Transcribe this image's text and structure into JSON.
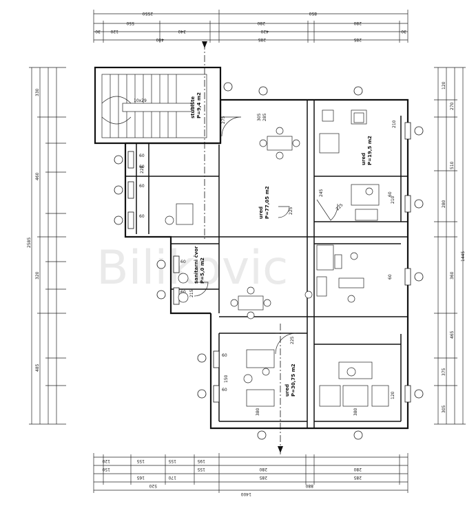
{
  "watermark": "Bilikovic",
  "rooms": [
    {
      "id": "stair",
      "name": "stubište",
      "area": "P=9,4 m2"
    },
    {
      "id": "office-big",
      "name": "ured",
      "area": "P=77,05 m2"
    },
    {
      "id": "office-right",
      "name": "ured",
      "area": "P=19,5 m2"
    },
    {
      "id": "sanitary",
      "name": "sanitarni čvor",
      "area": "P=5,0 m2"
    },
    {
      "id": "office-bottom",
      "name": "ured",
      "area": "P=30,75 m2"
    }
  ],
  "dims": {
    "top": {
      "total1": "2550",
      "total2": "850",
      "r2": [
        "550",
        "340",
        "420",
        "280",
        "280"
      ],
      "r3": [
        "30",
        "120",
        "400",
        "285",
        "285",
        "30"
      ]
    },
    "bottom": {
      "total": "1400",
      "r1": [
        "520",
        "880"
      ],
      "r2": [
        "150",
        "165",
        "170",
        "155",
        "285",
        "285"
      ],
      "r3": [
        "120",
        "155",
        "155",
        "195",
        "280",
        "280"
      ]
    },
    "left": {
      "total": "2585",
      "segs": [
        "330",
        "460",
        "320",
        "485"
      ]
    },
    "right": {
      "total": "1445",
      "segs": [
        "120",
        "270",
        "510",
        "280",
        "360",
        "465",
        "375",
        "305"
      ]
    }
  },
  "door_labels": [
    "275",
    "225",
    "225",
    "215",
    "225",
    "380",
    "380",
    "220",
    "210"
  ],
  "window_labels": [
    "60",
    "60",
    "60",
    "60",
    "60",
    "60",
    "60",
    "60",
    "60",
    "60"
  ],
  "stair_label": "10x29",
  "misc": [
    "305",
    "285",
    "245",
    "210",
    "120",
    "150"
  ]
}
